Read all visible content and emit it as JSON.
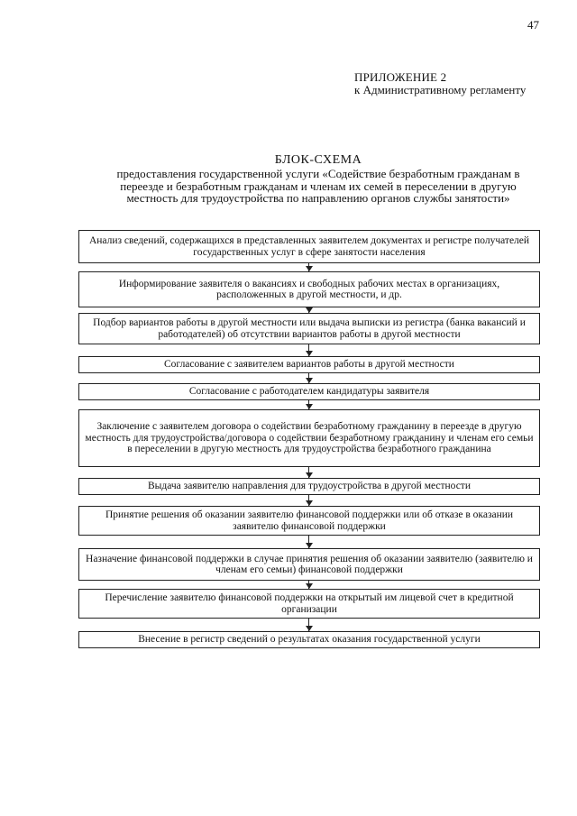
{
  "page_number": "47",
  "appendix": {
    "title": "ПРИЛОЖЕНИЕ 2",
    "subtitle": "к Административному регламенту"
  },
  "heading": {
    "title": "БЛОК-СХЕМА",
    "subtitle": "предоставления государственной услуги «Содействие безработным гражданам в переезде и безработным гражданам и членам их семей в переселении в другую местность для трудоустройства по направлению органов службы занятости»"
  },
  "steps": [
    "Анализ сведений, содержащихся в представленных заявителем документах и регистре получателей государственных услуг в сфере занятости населения",
    "Информирование заявителя о вакансиях и свободных рабочих местах в организациях, расположенных в другой местности, и др.",
    "Подбор вариантов работы в другой местности или выдача выписки из регистра (банка вакансий и работодателей) об отсутствии вариантов работы в другой местности",
    "Согласование с заявителем вариантов работы в другой местности",
    "Согласование с работодателем кандидатуры заявителя",
    "Заключение с заявителем договора о содействии безработному гражданину в переезде в другую местность для трудоустройства/договора о содействии безработному гражданину и членам его семьи в переселении в другую местность для трудоустройства безработного гражданина",
    "Выдача заявителю направления для трудоустройства в другой местности",
    "Принятие решения об оказании заявителю финансовой поддержки или об отказе в оказании заявителю финансовой поддержки",
    "Назначение финансовой поддержки в случае принятия решения об оказании заявителю (заявителю и членам его семьи) финансовой поддержки",
    "Перечисление заявителю финансовой поддержки на открытый им лицевой счет в кредитной организации",
    "Внесение в регистр сведений о результатах оказания государственной услуги"
  ]
}
